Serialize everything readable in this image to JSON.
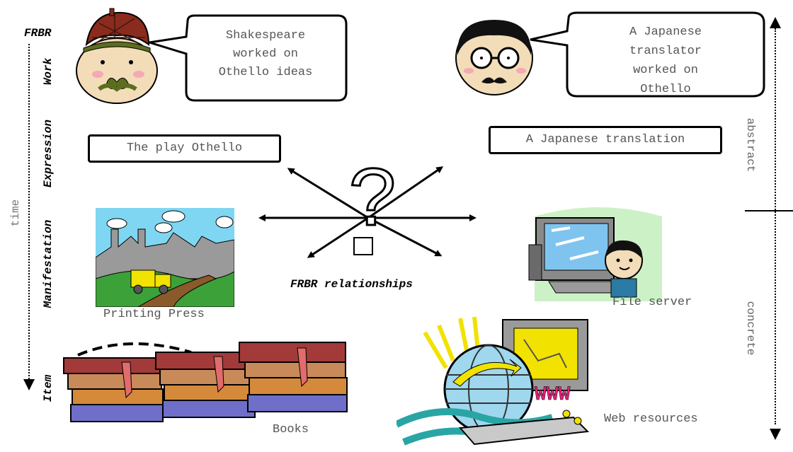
{
  "frbr_header": "FRBR",
  "levels": {
    "work": "Work",
    "expression": "Expression",
    "manifestation": "Manifestation",
    "item": "Item"
  },
  "axis": {
    "time": "time",
    "abstract": "abstract",
    "concrete": "concrete"
  },
  "bubbles": {
    "shakespeare": [
      "Shakespeare",
      "worked on",
      "Othello ideas"
    ],
    "translator": [
      "A Japanese",
      "translator",
      "worked on",
      "Othello"
    ]
  },
  "expressions": {
    "play": "The play Othello",
    "translation": "A Japanese translation"
  },
  "relationships_label": "FRBR relationships",
  "captions": {
    "printing_press": "Printing Press",
    "file_server": "File server",
    "books": "Books",
    "web_resources": "Web resources"
  },
  "question_mark": "?",
  "www": "WWW"
}
